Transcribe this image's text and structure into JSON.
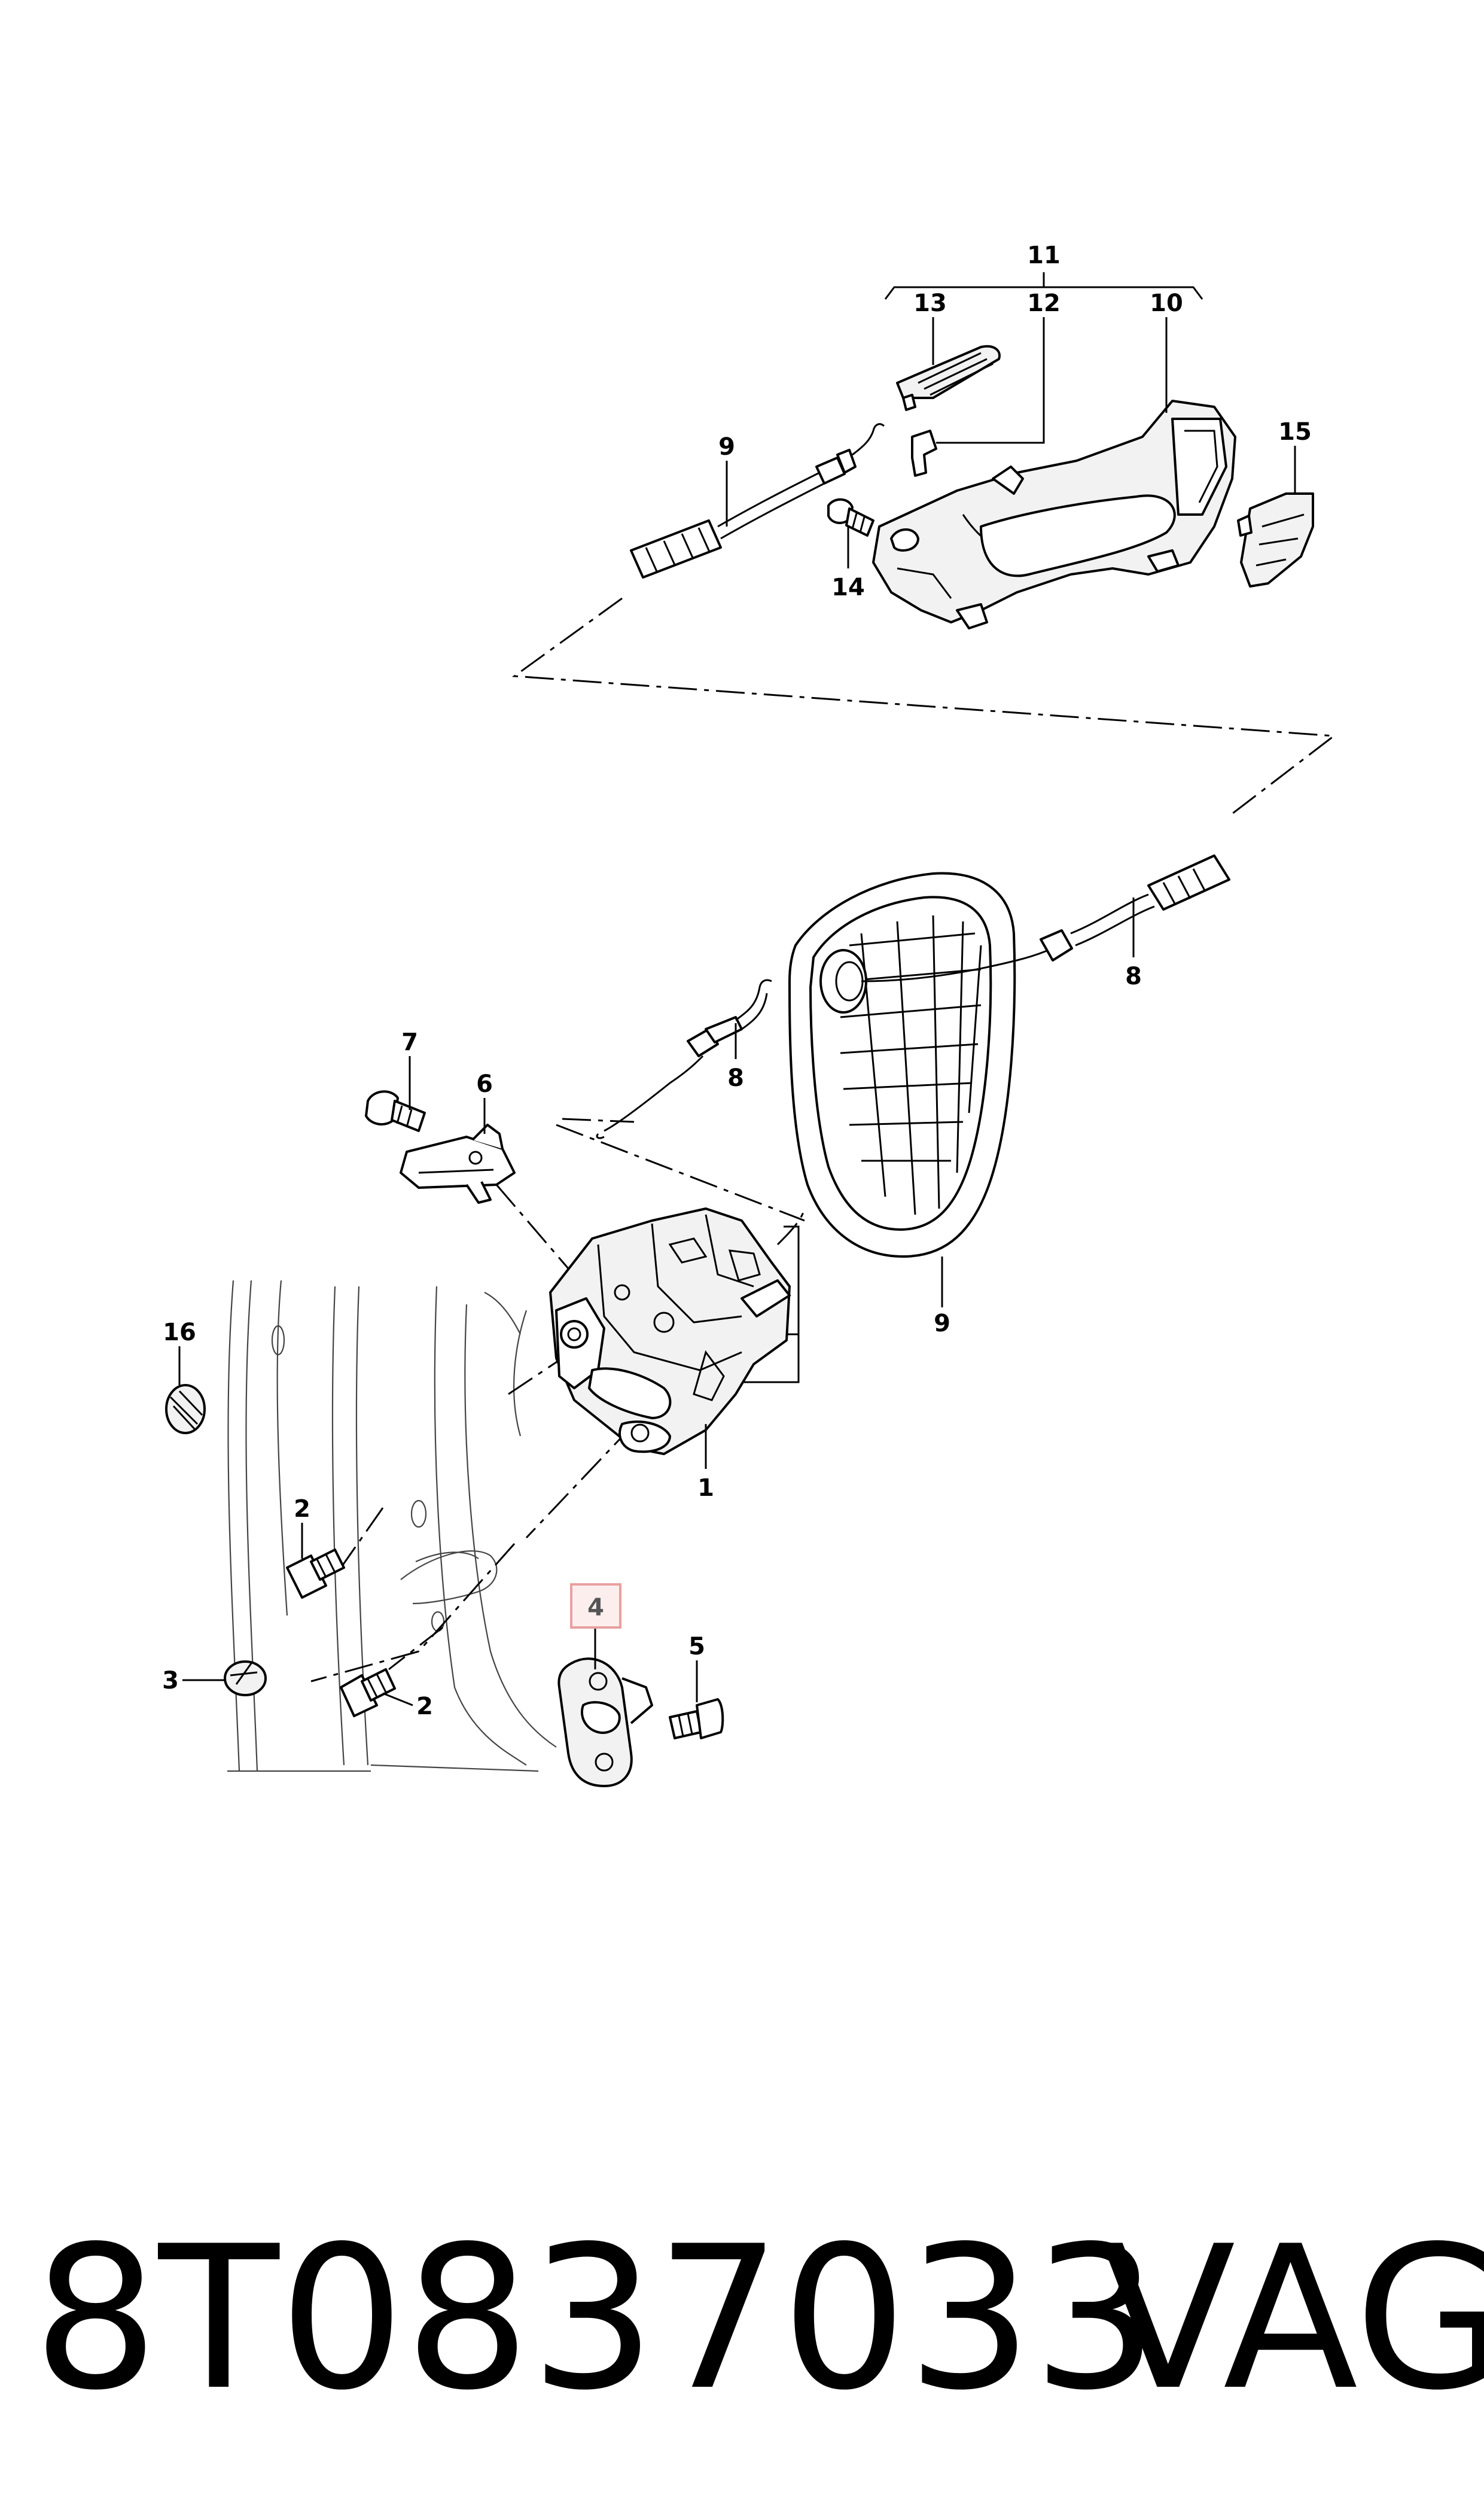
{
  "labels": {
    "l1": "1",
    "l2a": "2",
    "l2b": "2",
    "l3": "3",
    "l4": "4",
    "l5": "5",
    "l6": "6",
    "l7": "7",
    "l8a": "8",
    "l8b": "8",
    "l9a": "9",
    "l9b": "9",
    "l10": "10",
    "l11": "11",
    "l12": "12",
    "l13": "13",
    "l14": "14",
    "l15": "15",
    "l16": "16"
  },
  "highlight": {
    "label": "4",
    "color": "#e8a0a0"
  },
  "footer": {
    "part_number": "8T0837033",
    "brand": "VAG"
  }
}
